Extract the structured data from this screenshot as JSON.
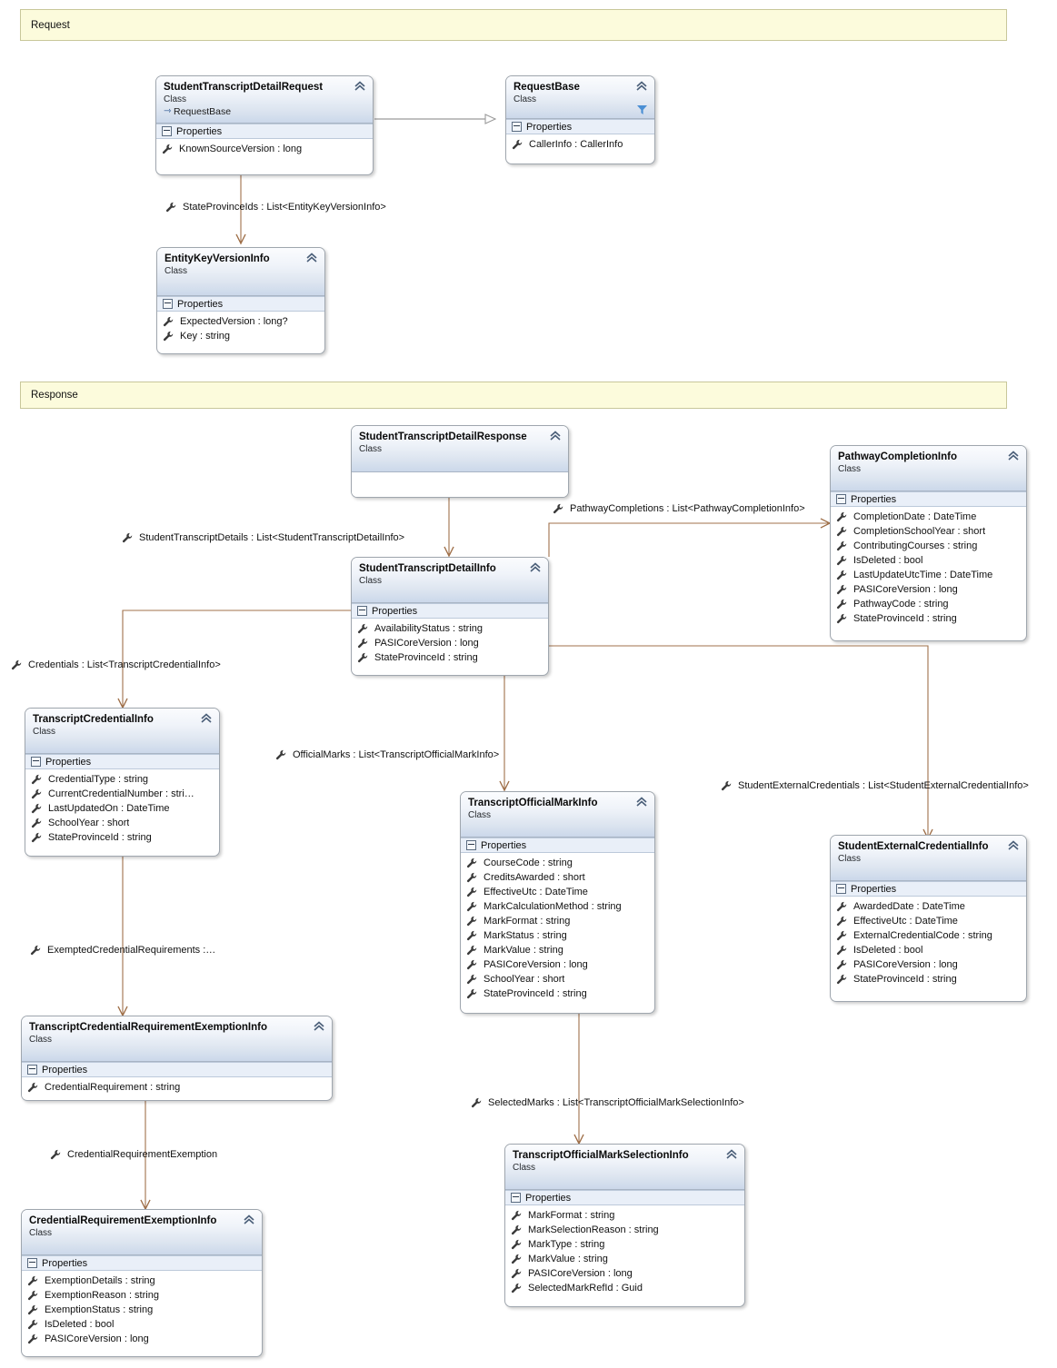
{
  "diagram": {
    "type": "uml-class-diagram",
    "background": "#ffffff",
    "colors": {
      "lane_fill": "#FCFBDC",
      "lane_border": "#C8C79A",
      "class_border": "#9FA6AE",
      "header_gradient_top": "#FBFCFE",
      "header_gradient_bottom": "#CBD8EA",
      "section_fill": "#E9EFF8",
      "association_line": "#A0714B",
      "inheritance_line": "#9B9B9B"
    }
  },
  "lanes": [
    {
      "id": "request",
      "label": "Request"
    },
    {
      "id": "response",
      "label": "Response"
    }
  ],
  "icons": {
    "collapse": "chevron-up-icon",
    "property": "wrench-icon",
    "section_toggle": "minus-box-icon",
    "base_type": "inheritance-arrow-icon",
    "filter": "funnel-icon"
  },
  "class_kind_label": "Class",
  "properties_section_label": "Properties",
  "classes": [
    {
      "id": "StudentTranscriptDetailRequest",
      "name": "StudentTranscriptDetailRequest",
      "kind": "Class",
      "base": "RequestBase",
      "section": "Properties",
      "properties": [
        "KnownSourceVersion : long"
      ]
    },
    {
      "id": "RequestBase",
      "name": "RequestBase",
      "kind": "Class",
      "section": "Properties",
      "has_filter": true,
      "properties": [
        "CallerInfo : CallerInfo"
      ]
    },
    {
      "id": "EntityKeyVersionInfo",
      "name": "EntityKeyVersionInfo",
      "kind": "Class",
      "section": "Properties",
      "properties": [
        "ExpectedVersion : long?",
        "Key : string"
      ]
    },
    {
      "id": "StudentTranscriptDetailResponse",
      "name": "StudentTranscriptDetailResponse",
      "kind": "Class",
      "empty": true,
      "properties": []
    },
    {
      "id": "StudentTranscriptDetailInfo",
      "name": "StudentTranscriptDetailInfo",
      "kind": "Class",
      "section": "Properties",
      "properties": [
        "AvailabilityStatus : string",
        "PASICoreVersion : long",
        "StateProvinceId : string"
      ]
    },
    {
      "id": "PathwayCompletionInfo",
      "name": "PathwayCompletionInfo",
      "kind": "Class",
      "section": "Properties",
      "properties": [
        "CompletionDate : DateTime",
        "CompletionSchoolYear : short",
        "ContributingCourses : string",
        "IsDeleted : bool",
        "LastUpdateUtcTime : DateTime",
        "PASICoreVersion : long",
        "PathwayCode : string",
        "StateProvinceId : string"
      ]
    },
    {
      "id": "TranscriptCredentialInfo",
      "name": "TranscriptCredentialInfo",
      "kind": "Class",
      "section": "Properties",
      "properties": [
        "CredentialType : string",
        "CurrentCredentialNumber : stri…",
        "LastUpdatedOn : DateTime",
        "SchoolYear : short",
        "StateProvinceId : string"
      ]
    },
    {
      "id": "TranscriptOfficialMarkInfo",
      "name": "TranscriptOfficialMarkInfo",
      "kind": "Class",
      "section": "Properties",
      "properties": [
        "CourseCode : string",
        "CreditsAwarded : short",
        "EffectiveUtc : DateTime",
        "MarkCalculationMethod : string",
        "MarkFormat : string",
        "MarkStatus : string",
        "MarkValue : string",
        "PASICoreVersion : long",
        "SchoolYear : short",
        "StateProvinceId : string"
      ]
    },
    {
      "id": "StudentExternalCredentialInfo",
      "name": "StudentExternalCredentialInfo",
      "kind": "Class",
      "section": "Properties",
      "properties": [
        "AwardedDate : DateTime",
        "EffectiveUtc : DateTime",
        "ExternalCredentialCode : string",
        "IsDeleted : bool",
        "PASICoreVersion : long",
        "StateProvinceId : string"
      ]
    },
    {
      "id": "TranscriptCredentialRequirementExemptionInfo",
      "name": "TranscriptCredentialRequirementExemptionInfo",
      "kind": "Class",
      "section": "Properties",
      "properties": [
        "CredentialRequirement : string"
      ]
    },
    {
      "id": "CredentialRequirementExemptionInfo",
      "name": "CredentialRequirementExemptionInfo",
      "kind": "Class",
      "section": "Properties",
      "properties": [
        "ExemptionDetails : string",
        "ExemptionReason : string",
        "ExemptionStatus : string",
        "IsDeleted : bool",
        "PASICoreVersion : long"
      ]
    },
    {
      "id": "TranscriptOfficialMarkSelectionInfo",
      "name": "TranscriptOfficialMarkSelectionInfo",
      "kind": "Class",
      "section": "Properties",
      "properties": [
        "MarkFormat : string",
        "MarkSelectionReason : string",
        "MarkType : string",
        "MarkValue : string",
        "PASICoreVersion : long",
        "SelectedMarkRefId : Guid"
      ]
    }
  ],
  "associations": [
    {
      "id": "a1",
      "label": "StateProvinceIds : List<EntityKeyVersionInfo>",
      "from": "StudentTranscriptDetailRequest",
      "to": "EntityKeyVersionInfo"
    },
    {
      "id": "a2",
      "label": "StudentTranscriptDetails : List<StudentTranscriptDetailInfo>",
      "from": "StudentTranscriptDetailResponse",
      "to": "StudentTranscriptDetailInfo"
    },
    {
      "id": "a3",
      "label": "PathwayCompletions : List<PathwayCompletionInfo>",
      "from": "StudentTranscriptDetailInfo",
      "to": "PathwayCompletionInfo"
    },
    {
      "id": "a4",
      "label": "Credentials : List<TranscriptCredentialInfo>",
      "from": "StudentTranscriptDetailInfo",
      "to": "TranscriptCredentialInfo"
    },
    {
      "id": "a5",
      "label": "OfficialMarks : List<TranscriptOfficialMarkInfo>",
      "from": "StudentTranscriptDetailInfo",
      "to": "TranscriptOfficialMarkInfo"
    },
    {
      "id": "a6",
      "label": "StudentExternalCredentials : List<StudentExternalCredentialInfo>",
      "from": "StudentTranscriptDetailInfo",
      "to": "StudentExternalCredentialInfo"
    },
    {
      "id": "a7",
      "label": "ExemptedCredentialRequirements  :…",
      "from": "TranscriptCredentialInfo",
      "to": "TranscriptCredentialRequirementExemptionInfo"
    },
    {
      "id": "a8",
      "label": "CredentialRequirementExemption",
      "from": "TranscriptCredentialRequirementExemptionInfo",
      "to": "CredentialRequirementExemptionInfo"
    },
    {
      "id": "a9",
      "label": "SelectedMarks : List<TranscriptOfficialMarkSelectionInfo>",
      "from": "TranscriptOfficialMarkInfo",
      "to": "TranscriptOfficialMarkSelectionInfo"
    }
  ],
  "inheritances": [
    {
      "id": "i1",
      "from": "StudentTranscriptDetailRequest",
      "to": "RequestBase"
    }
  ]
}
